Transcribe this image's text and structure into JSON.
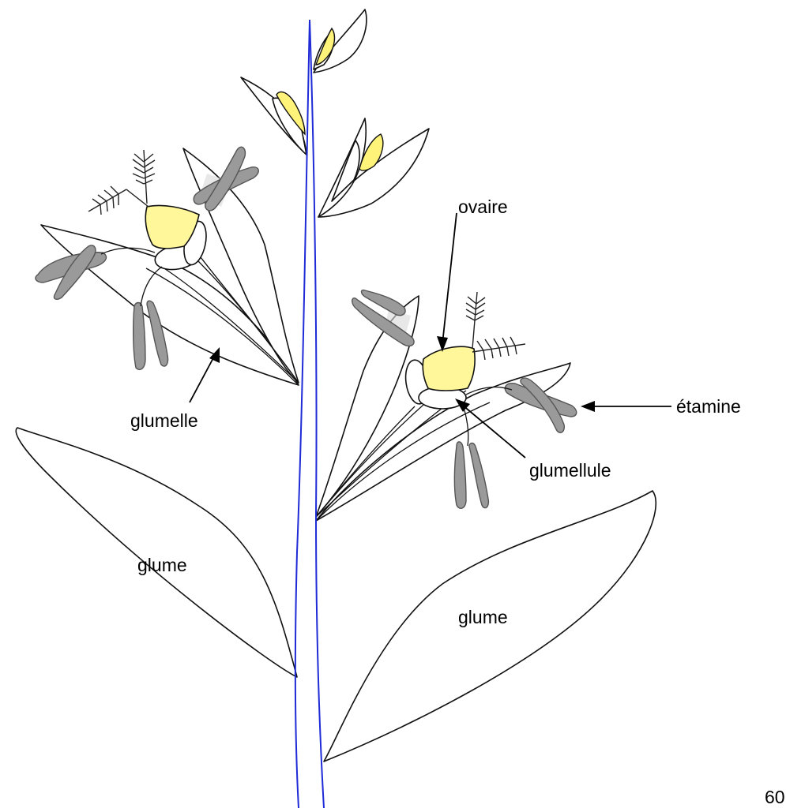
{
  "labels": {
    "ovaire": "ovaire",
    "etamine": "étamine",
    "glumellule": "glumellule",
    "glumelle": "glumelle",
    "glume_left": "glume",
    "glume_right": "glume",
    "page_number": "60"
  },
  "colors": {
    "stem": "#1e2bd6",
    "ovary": "#fff799",
    "anther": "#9a9a9a"
  }
}
